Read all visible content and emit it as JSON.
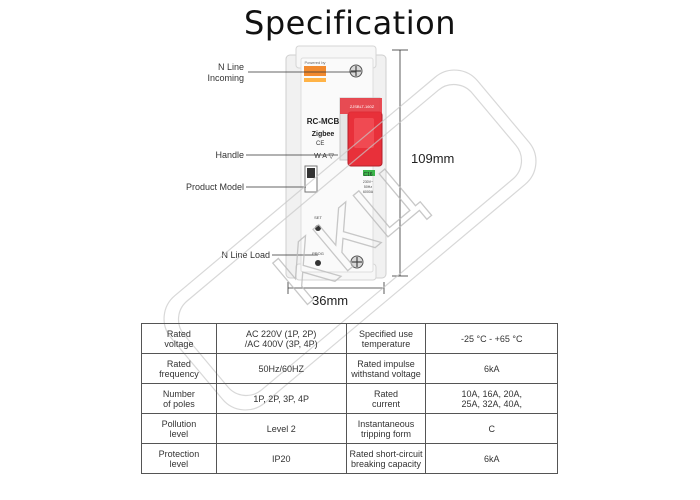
{
  "title": "Specification",
  "device": {
    "brand_label": "Powered by",
    "model_text": "RC-MCB",
    "protocol_text": "Zigbee",
    "cert_text": "CE",
    "handle_label": "ZJSBLT-160Z",
    "rating_text": "C16",
    "rating_lines": [
      "230V~",
      "50Hz",
      "6000A"
    ],
    "switch_marks": "W A ▽",
    "set_label": "SET",
    "prog_label": "PROG"
  },
  "callouts": {
    "n_line_incoming": "N Line\nIncoming",
    "handle": "Handle",
    "product_model": "Product Model",
    "n_line_load": "N Line Load"
  },
  "dimensions": {
    "height": "109mm",
    "width": "36mm"
  },
  "watermark": "ККЦ",
  "spec_table": [
    [
      "Rated\nvoltage",
      "AC 220V (1P, 2P)\n/AC 400V (3P, 4P)",
      "Specified use\ntemperature",
      "-25 °C - +65 °C"
    ],
    [
      "Rated\nfrequency",
      "50Hz/60HZ",
      "Rated impulse\nwithstand voltage",
      "6kA"
    ],
    [
      "Number\nof poles",
      "1P, 2P, 3P, 4P",
      "Rated\ncurrent",
      "10A, 16A, 20A,\n25A, 32A, 40A,"
    ],
    [
      "Pollution\nlevel",
      "Level 2",
      "Instantaneous\ntripping form",
      "C"
    ],
    [
      "Protection\nlevel",
      "IP20",
      "Rated short-circuit\nbreaking capacity",
      "6kA"
    ]
  ],
  "colors": {
    "handle_red": "#e8303a",
    "body_grey": "#eeeeee",
    "indicator_green": "#3bb54a",
    "logo_orange": "#f28a2e"
  }
}
